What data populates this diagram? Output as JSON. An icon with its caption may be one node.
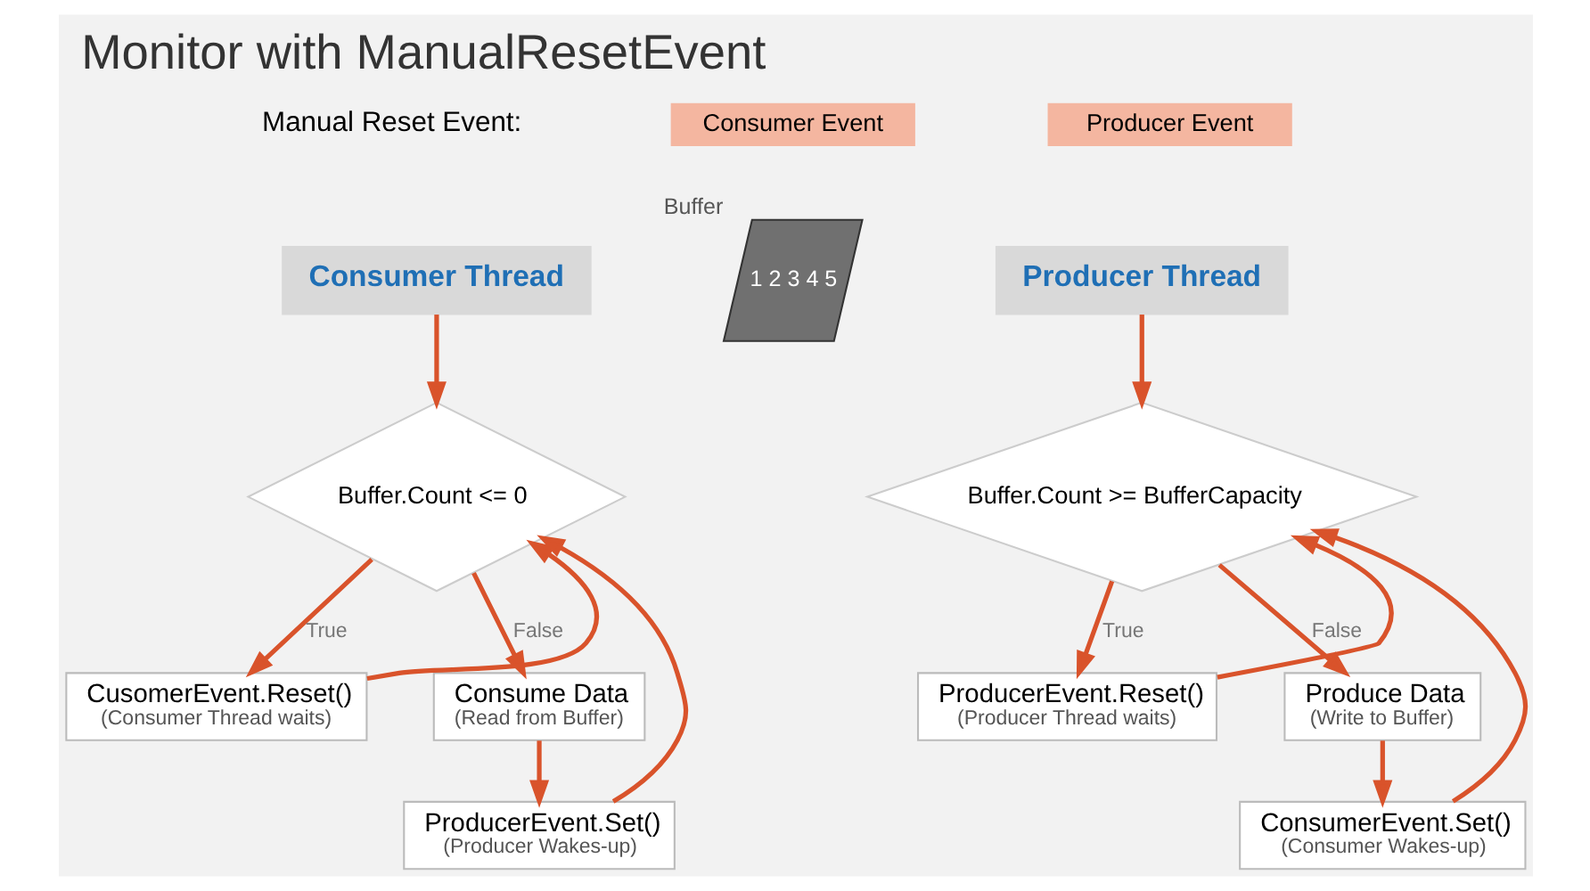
{
  "diagram": {
    "title": "Monitor with ManualResetEvent",
    "nodes": [
      {
        "text": [
          "Consumer Thread"
        ]
      },
      {
        "text": [
          "Buffer.Count <= 0"
        ]
      },
      {
        "text": [
          "CusomerEvent.Reset()",
          "(Consumer Thread waits)"
        ]
      },
      {
        "text": [
          "Consume Data",
          "(Read from Buffer)"
        ]
      },
      {
        "text": [
          "ProducerEvent.Set()",
          "(Producer Wakes-up)"
        ]
      },
      {
        "text": [
          "Buffer",
          "1 2 3 4 5"
        ]
      },
      {
        "text": [
          "Producer Thread"
        ]
      },
      {
        "text": [
          "Buffer.Count >= BufferCapacity"
        ]
      },
      {
        "text": [
          "ProducerEvent.Reset()",
          "(Producer Thread waits)"
        ]
      },
      {
        "text": [
          "Produce Data",
          "(Write to Buffer)"
        ]
      },
      {
        "text": [
          "ConsumerEvent.Set()",
          "(Consumer Wakes-up)"
        ]
      },
      {
        "text": [
          "Consumer Event"
        ]
      },
      {
        "text": [
          "Producer Event"
        ]
      }
    ],
    "edges": [
      {
        "from": 0,
        "to": 1,
        "arrow": "to"
      },
      {
        "from": 1,
        "to": 2,
        "arrow": "to",
        "label": "True"
      },
      {
        "from": 1,
        "to": 3,
        "arrow": "to",
        "label": "False"
      },
      {
        "from": 3,
        "to": 4,
        "arrow": "to"
      },
      {
        "from": 2,
        "to": 1,
        "arrow": "to"
      },
      {
        "from": 4,
        "to": 1,
        "arrow": "to"
      },
      {
        "from": 6,
        "to": 7,
        "arrow": "to"
      },
      {
        "from": 7,
        "to": 8,
        "arrow": "to",
        "label": "True"
      },
      {
        "from": 7,
        "to": 9,
        "arrow": "to",
        "label": "False"
      },
      {
        "from": 9,
        "to": 10,
        "arrow": "to"
      },
      {
        "from": 8,
        "to": 7,
        "arrow": "to"
      },
      {
        "from": 10,
        "to": 7,
        "arrow": "to"
      }
    ],
    "labels": [
      "Manual Reset Event:"
    ]
  }
}
